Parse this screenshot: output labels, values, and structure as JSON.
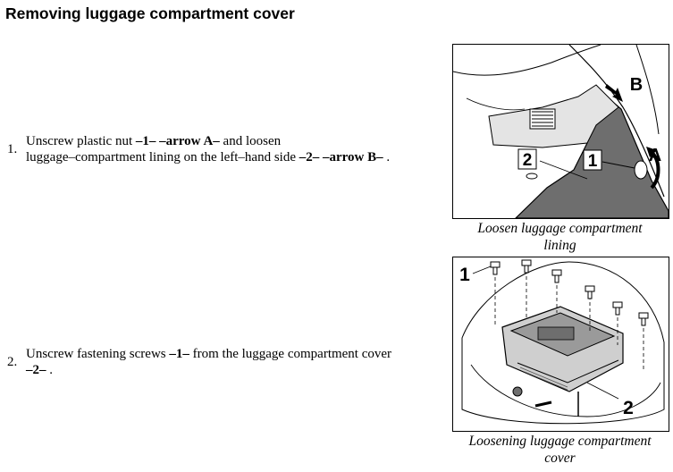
{
  "page": {
    "title": "Removing luggage compartment cover"
  },
  "steps": [
    {
      "number": "1.",
      "line1": {
        "a": "Unscrew plastic nut ",
        "b": "–1– –arrow A–",
        "c": " and loosen"
      },
      "line2": {
        "a": "luggage–compartment lining on the left–hand side ",
        "b": "–2– –arrow B–",
        "c": " ."
      }
    },
    {
      "number": "2.",
      "line1": {
        "a": "Unscrew fastening screws ",
        "b": "–1–",
        "c": " from the luggage compartment cover"
      },
      "line2": {
        "a": "",
        "b": "–2–",
        "c": " ."
      }
    }
  ],
  "figures": [
    {
      "caption_line1": "Loosen luggage compartment",
      "caption_line2": "lining",
      "callouts": {
        "one": "1",
        "two": "2",
        "a": "A",
        "b": "B"
      }
    },
    {
      "caption_line1": "Loosening luggage compartment",
      "caption_line2": "cover",
      "callouts": {
        "one": "1",
        "two": "2"
      }
    }
  ]
}
